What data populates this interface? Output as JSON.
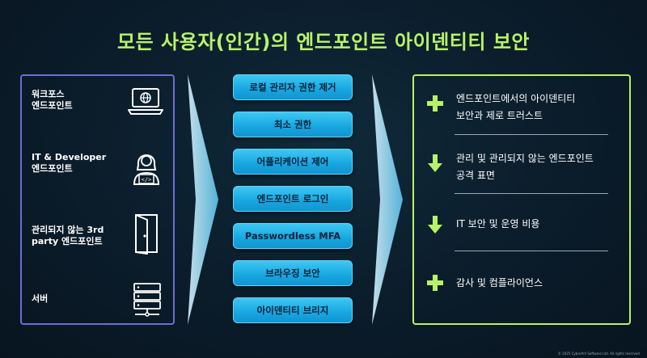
{
  "title": "모든 사용자(인간)의 엔드포인트 아이덴티티 보안",
  "endpoints": [
    {
      "label": "워크포스\n엔드포인트",
      "icon": "laptop-globe-icon"
    },
    {
      "label": "IT & Developer\n엔드포인트",
      "icon": "developer-laptop-icon"
    },
    {
      "label": "관리되지 않는 3rd\nparty 엔드포인트",
      "icon": "open-door-icon"
    },
    {
      "label": "서버",
      "icon": "server-icon"
    }
  ],
  "controls": [
    "로컬 관리자 권한 제거",
    "최소 권한",
    "어플리케이션 제어",
    "엔드포인트 로그인",
    "Passwordless MFA",
    "브라우징 보안",
    "아이덴티티 브리지"
  ],
  "results": [
    {
      "icon": "plus-icon",
      "text": "엔드포인트에서의 아이덴티티\n보안과 제로 트러스트"
    },
    {
      "icon": "down-arrow-icon",
      "text": "관리 및 관리되지 않는 엔드포인트\n공격 표면"
    },
    {
      "icon": "down-arrow-icon",
      "text": "IT 보안 및 운영 비용"
    },
    {
      "icon": "plus-icon",
      "text": "감사 및 컴플라이언스"
    }
  ],
  "footer": "© 2025 CyberArk Software Ltd. All rights reserved.",
  "colors": {
    "accent_green": "#b8f26a",
    "accent_blue": "#1fb0e8",
    "panel_border": "#6e6cd8"
  }
}
